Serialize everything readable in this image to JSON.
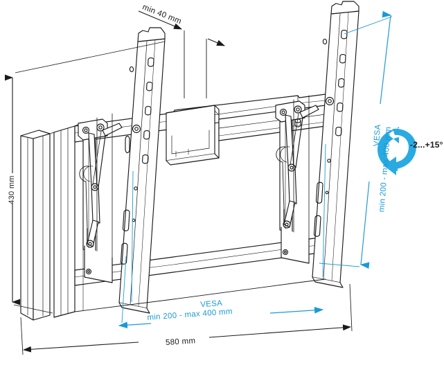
{
  "drawing": {
    "title": "TV wall mount bracket technical drawing",
    "background_color": "#ffffff",
    "line_color": "#1a1a1a",
    "accent_color": "#29ABE2"
  },
  "dimensions": {
    "height": {
      "label": "430 mm",
      "value": 430,
      "unit": "mm",
      "orientation": "vertical",
      "color": "#1a1a1a",
      "position": "left"
    },
    "width": {
      "label": "580 mm",
      "value": 580,
      "unit": "mm",
      "orientation": "horizontal",
      "color": "#1a1a1a",
      "position": "bottom"
    },
    "wall_clearance": {
      "label": "min 40 mm",
      "value": 40,
      "unit": "mm",
      "color": "#1a1a1a",
      "position": "top"
    }
  },
  "vesa": {
    "horizontal": {
      "line1": "VESA",
      "line2": "min 200 - max 400 mm",
      "min": 200,
      "max": 400,
      "unit": "mm",
      "color": "#1b9ad6",
      "position": "bottom"
    },
    "vertical": {
      "line1": "VESA",
      "line2": "min 200 - max 400 mm",
      "min": 200,
      "max": 400,
      "unit": "mm",
      "color": "#1b9ad6",
      "position": "right"
    }
  },
  "tilt": {
    "label": "-2...+15°",
    "min_deg": -2,
    "max_deg": 15,
    "icon": "rotation-arrow-icon",
    "color": "#29ABE2"
  },
  "icons": {
    "tilt_arrow": "curved-double-rotation-arrow-icon",
    "dim_arrow": "dimension-arrow-icon"
  }
}
